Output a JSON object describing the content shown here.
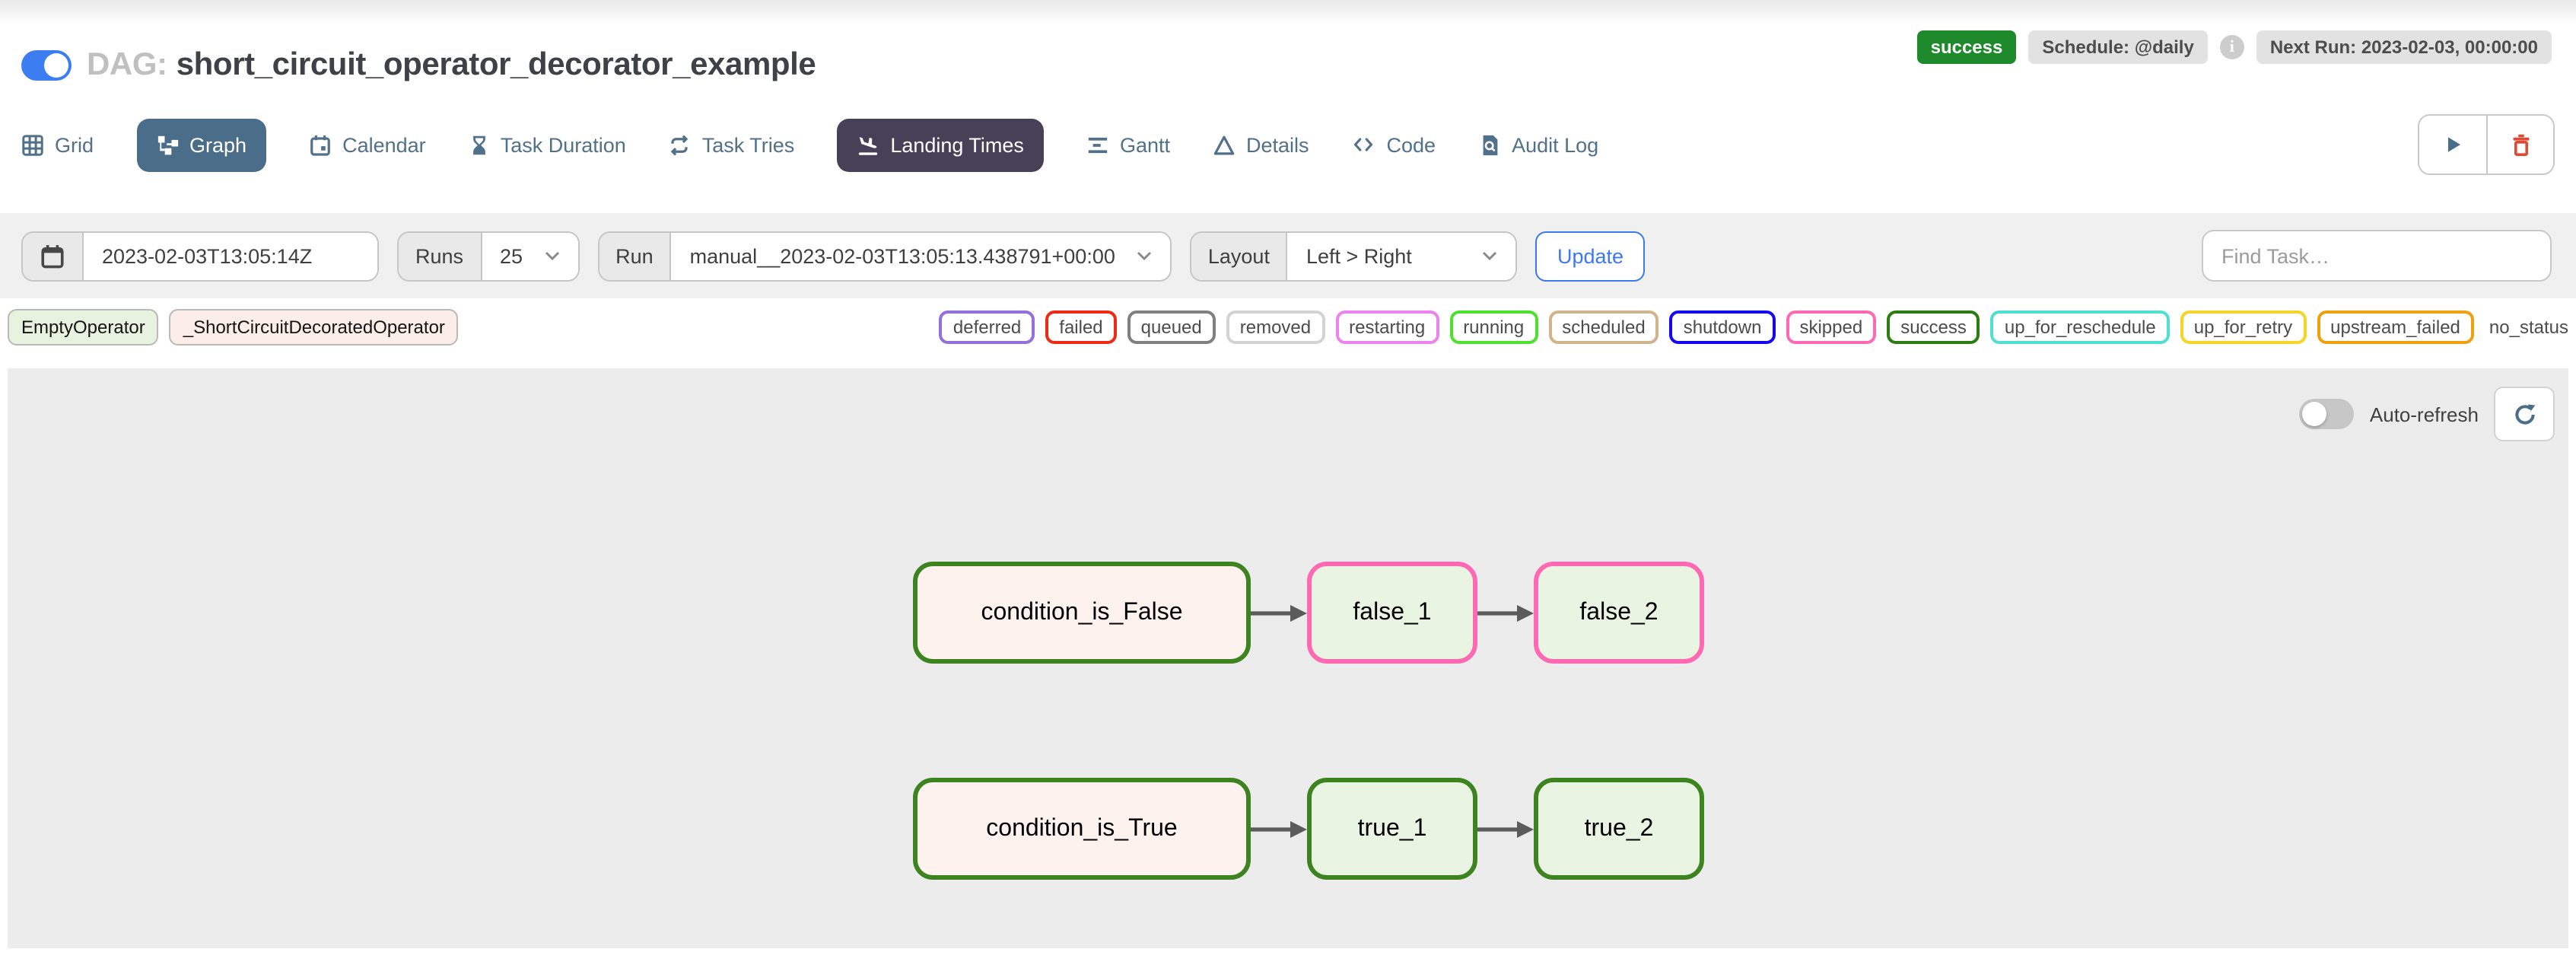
{
  "header": {
    "dag_label": "DAG:",
    "dag_name": "short_circuit_operator_decorator_example",
    "state_badge": "success",
    "schedule_badge": "Schedule: @daily",
    "info_icon_glyph": "i",
    "next_run_badge": "Next Run: 2023-02-03, 00:00:00",
    "colors": {
      "state_bg": "#1f8a2c",
      "toggle_on": "#3c7df2"
    }
  },
  "tabs": {
    "items": [
      {
        "label": "Grid",
        "icon": "grid-icon"
      },
      {
        "label": "Graph",
        "icon": "graph-icon",
        "state": "active"
      },
      {
        "label": "Calendar",
        "icon": "calendar-icon"
      },
      {
        "label": "Task Duration",
        "icon": "hourglass-icon"
      },
      {
        "label": "Task Tries",
        "icon": "repeat-icon"
      },
      {
        "label": "Landing Times",
        "icon": "plane-landing-icon",
        "state": "highlighted"
      },
      {
        "label": "Gantt",
        "icon": "gantt-icon"
      },
      {
        "label": "Details",
        "icon": "triangle-icon"
      },
      {
        "label": "Code",
        "icon": "code-icon"
      },
      {
        "label": "Audit Log",
        "icon": "audit-log-icon"
      }
    ],
    "colors": {
      "inactive": "#51708a",
      "active_bg": "#4a6d89",
      "highlight_bg": "#474157"
    }
  },
  "toolbar": {
    "play_icon": "play-icon",
    "delete_icon": "trash-icon",
    "colors": {
      "play": "#4a6d8a",
      "delete": "#df4a32"
    }
  },
  "filters": {
    "base_date_value": "2023-02-03T13:05:14Z",
    "runs_label": "Runs",
    "runs_value": "25",
    "run_label": "Run",
    "run_value": "manual__2023-02-03T13:05:13.438791+00:00",
    "layout_label": "Layout",
    "layout_value": "Left > Right",
    "update_label": "Update",
    "update_color": "#3c78f0",
    "find_task_placeholder": "Find Task…"
  },
  "legend": {
    "operators": [
      {
        "label": "EmptyOperator",
        "fill": "#e7f2df"
      },
      {
        "label": "_ShortCircuitDecoratedOperator",
        "fill": "#fbeee9"
      }
    ],
    "statuses": [
      {
        "label": "deferred",
        "color": "#9370db"
      },
      {
        "label": "failed",
        "color": "#ee2b12"
      },
      {
        "label": "queued",
        "color": "#808080"
      },
      {
        "label": "removed",
        "color": "#d3d3d3"
      },
      {
        "label": "restarting",
        "color": "#ee82ee"
      },
      {
        "label": "running",
        "color": "#4be12c"
      },
      {
        "label": "scheduled",
        "color": "#d2b48c"
      },
      {
        "label": "shutdown",
        "color": "#1609f2"
      },
      {
        "label": "skipped",
        "color": "#ff69b4"
      },
      {
        "label": "success",
        "color": "#2a7d10"
      },
      {
        "label": "up_for_reschedule",
        "color": "#4fe0cf"
      },
      {
        "label": "up_for_retry",
        "color": "#f5d327"
      },
      {
        "label": "upstream_failed",
        "color": "#efa00c"
      }
    ],
    "no_status_label": "no_status"
  },
  "graph_controls": {
    "auto_refresh_label": "Auto-refresh",
    "refresh_icon": "refresh-icon"
  },
  "graph": {
    "edge_color": "#5b5b5b",
    "rows": [
      {
        "nodes": [
          {
            "id": "condition_is_False",
            "border": "#3d8420",
            "fill": "#fdf2ee"
          },
          {
            "id": "false_1",
            "border": "#ff69b4",
            "fill": "#eaf4e2"
          },
          {
            "id": "false_2",
            "border": "#ff69b4",
            "fill": "#eaf4e2"
          }
        ]
      },
      {
        "nodes": [
          {
            "id": "condition_is_True",
            "border": "#3d8420",
            "fill": "#fdf2ee"
          },
          {
            "id": "true_1",
            "border": "#3d8420",
            "fill": "#eaf4e2"
          },
          {
            "id": "true_2",
            "border": "#3d8420",
            "fill": "#eaf4e2"
          }
        ]
      }
    ]
  }
}
